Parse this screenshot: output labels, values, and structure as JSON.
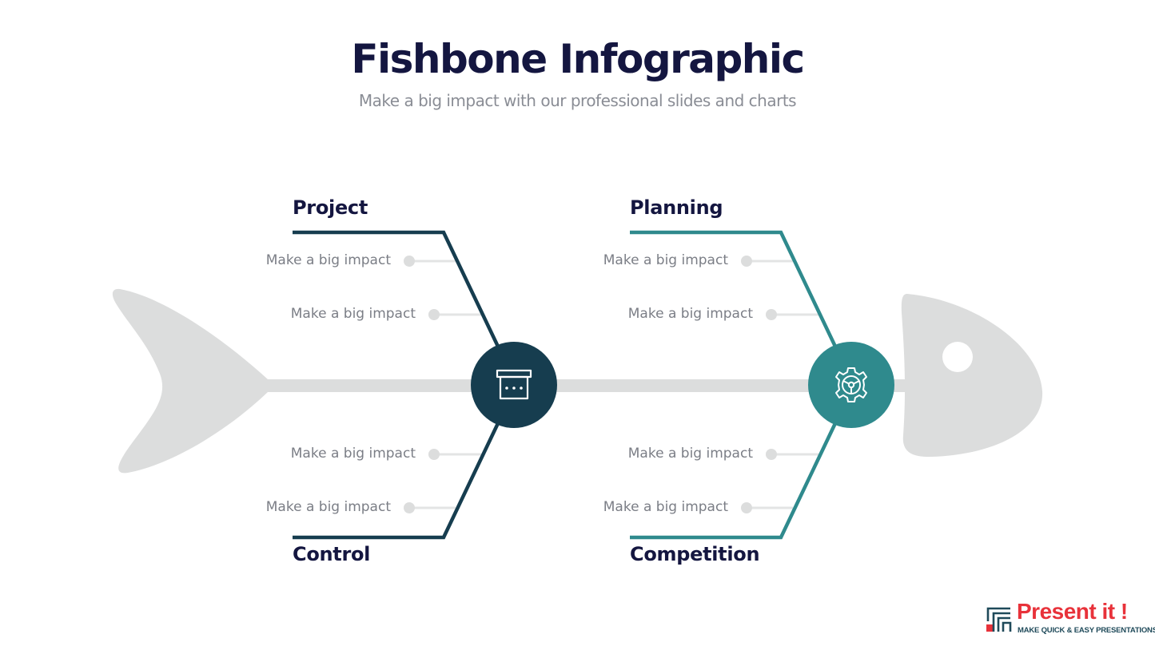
{
  "header": {
    "title": "Fishbone Infographic",
    "subtitle": "Make a big impact with our professional slides and charts"
  },
  "colors": {
    "dark_teal": "#163d4f",
    "teal": "#2f8a8d",
    "fish_gray": "#dcdddd",
    "title_navy": "#141640",
    "brand_red": "#e8323a"
  },
  "categories": {
    "project": {
      "label": "Project",
      "items": [
        "Make a big impact",
        "Make a big impact"
      ]
    },
    "control": {
      "label": "Control",
      "items": [
        "Make a big impact",
        "Make a big impact"
      ]
    },
    "planning": {
      "label": "Planning",
      "items": [
        "Make a big impact",
        "Make a big impact"
      ]
    },
    "competition": {
      "label": "Competition",
      "items": [
        "Make a big impact",
        "Make a big impact"
      ]
    }
  },
  "nodes": {
    "left": {
      "icon": "archive-box-icon"
    },
    "right": {
      "icon": "gear-icon"
    }
  },
  "logo": {
    "name": "Present it !",
    "tagline": "MAKE QUICK & EASY PRESENTATIONS"
  }
}
